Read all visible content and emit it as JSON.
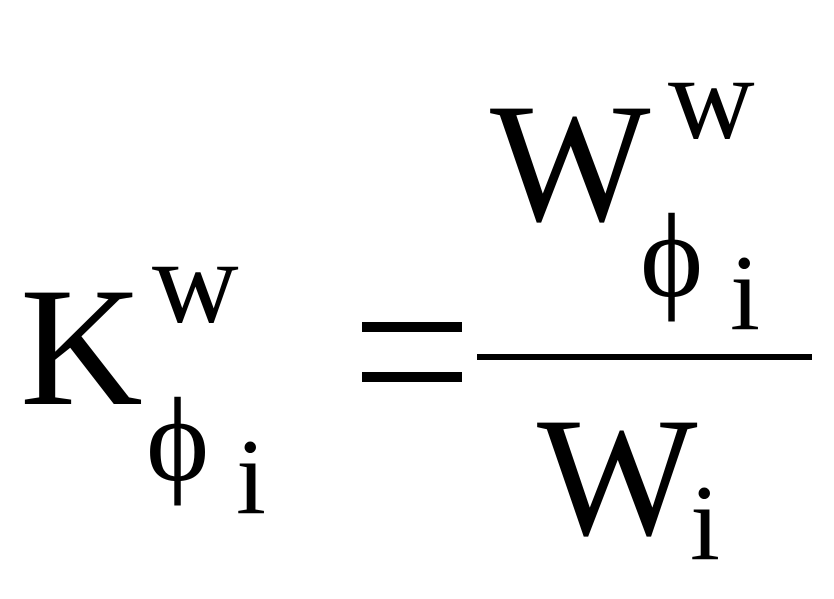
{
  "formula": {
    "lhs": {
      "base": "K",
      "superscript": "w",
      "subscript_symbol": "ϕ",
      "subscript_index": "i"
    },
    "operator": "=",
    "rhs": {
      "numerator": {
        "base": "W",
        "superscript": "w",
        "subscript_symbol": "ϕ",
        "subscript_index": "i"
      },
      "denominator": {
        "base": "W",
        "subscript_index": "i"
      }
    }
  }
}
